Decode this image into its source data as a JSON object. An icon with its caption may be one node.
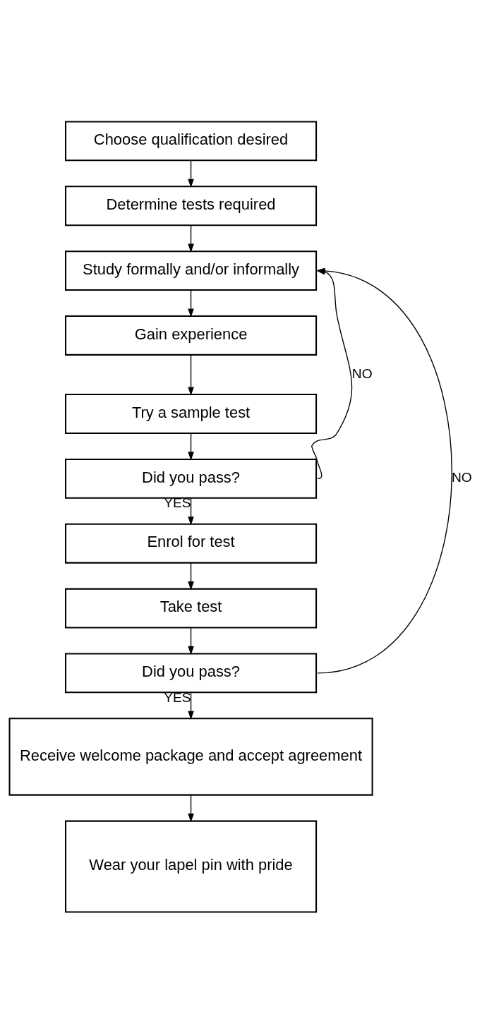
{
  "diagram": {
    "nodes": [
      {
        "text": [
          "Choose qualification desired"
        ]
      },
      {
        "text": [
          "Determine tests required"
        ]
      },
      {
        "text": [
          "Study formally and/or informally"
        ]
      },
      {
        "text": [
          "Gain experience"
        ]
      },
      {
        "text": [
          "Try a sample test"
        ]
      },
      {
        "text": [
          "Did you pass?"
        ]
      },
      {
        "text": [
          "Enrol for test"
        ]
      },
      {
        "text": [
          "Take test"
        ]
      },
      {
        "text": [
          "Did you pass?"
        ]
      },
      {
        "text": [
          "Receive welcome package and accept agreement"
        ]
      },
      {
        "text": [
          "Wear your lapel pin with pride"
        ]
      }
    ],
    "edges": [
      {
        "from": 0,
        "to": 1,
        "arrow": "to"
      },
      {
        "from": 1,
        "to": 2,
        "arrow": "to"
      },
      {
        "from": 2,
        "to": 3,
        "arrow": "to"
      },
      {
        "from": 3,
        "to": 4,
        "arrow": "to"
      },
      {
        "from": 4,
        "to": 5,
        "arrow": "to"
      },
      {
        "from": 5,
        "to": 6,
        "arrow": "to",
        "label": "YES"
      },
      {
        "from": 6,
        "to": 7,
        "arrow": "to"
      },
      {
        "from": 7,
        "to": 8,
        "arrow": "to"
      },
      {
        "from": 8,
        "to": 9,
        "arrow": "to",
        "label": "YES"
      },
      {
        "from": 9,
        "to": 10,
        "arrow": "to"
      },
      {
        "from": 5,
        "to": 2,
        "arrow": "to",
        "label": "NO"
      },
      {
        "from": 8,
        "to": 2,
        "arrow": "to",
        "label": "NO"
      }
    ]
  }
}
